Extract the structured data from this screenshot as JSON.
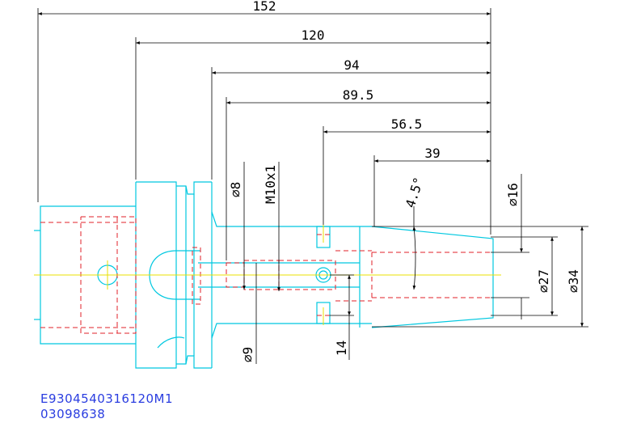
{
  "dimensions": {
    "overall_length": "152",
    "flange_to_end": "120",
    "body_length": "94",
    "bore_start": "89.5",
    "thread_start": "56.5",
    "taper_length": "39",
    "taper_angle": "4.5°",
    "bore_diameter_8": "⌀8",
    "thread_size": "M10x1",
    "bore_diameter_9": "⌀9",
    "slot_width": "14",
    "tip_diameter_16": "⌀16",
    "diameter_27": "⌀27",
    "diameter_34": "⌀34"
  },
  "footer": {
    "part_number": "E9304540316120M1",
    "order_number": "03098638"
  },
  "colors": {
    "outline": "#00c8e0",
    "hidden": "#e0202a",
    "centerline": "#e8e000",
    "dimension": "#000000",
    "footer_text": "#2a3de0"
  }
}
